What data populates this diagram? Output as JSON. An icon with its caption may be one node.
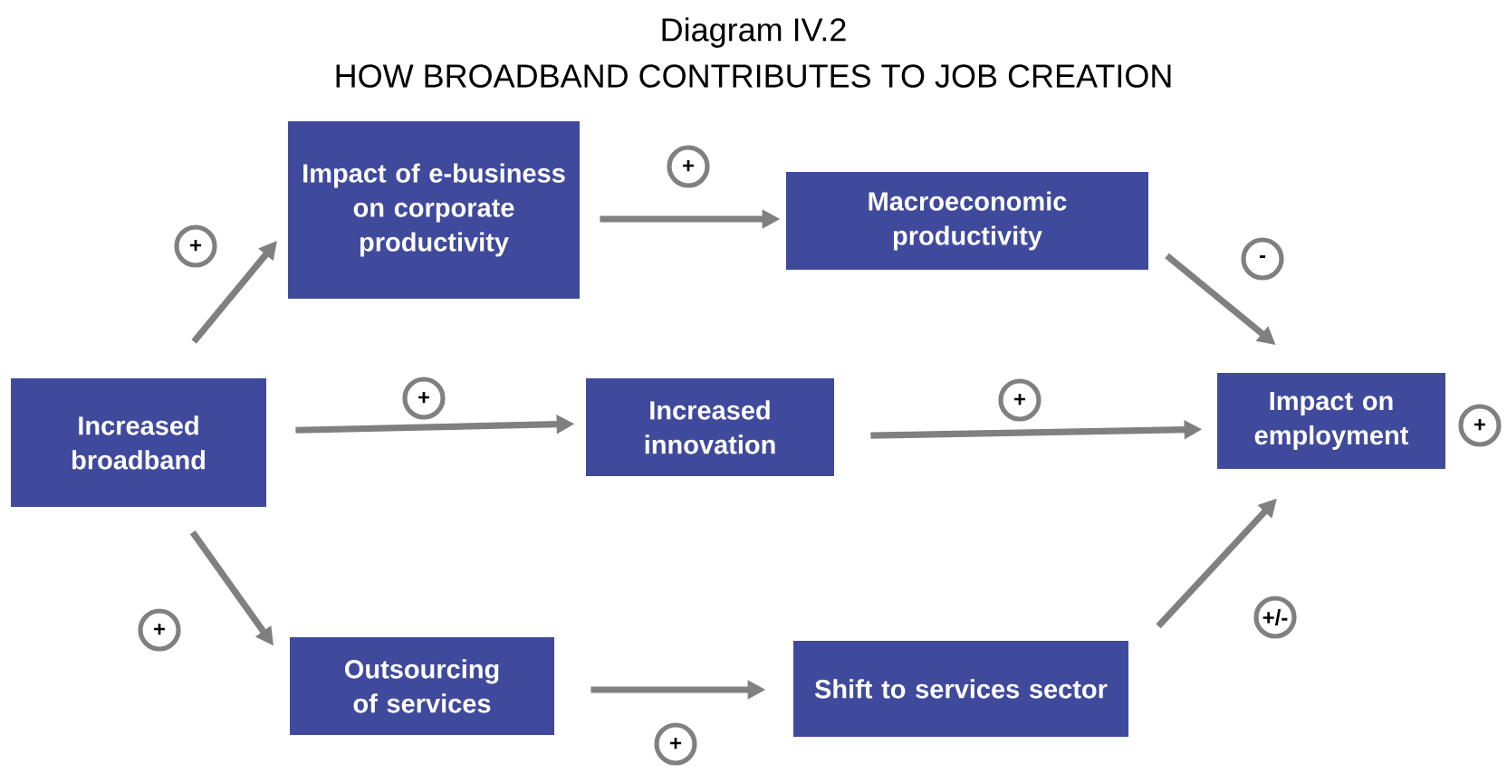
{
  "diagram": {
    "title": "HOW BROADBAND CONTRIBUTES TO JOB CREATION",
    "nodes": [
      {
        "text": [
          "Increased broadband"
        ]
      },
      {
        "text": [
          "Impact of e-business on corporate productivity"
        ]
      },
      {
        "text": [
          "Macroeconomic productivity"
        ]
      },
      {
        "text": [
          "Increased innovation"
        ]
      },
      {
        "text": [
          "Impact on employment"
        ],
        "beside": [
          "+"
        ]
      },
      {
        "text": [
          "Outsourcing of services"
        ]
      },
      {
        "text": [
          "Shift to services sector"
        ]
      }
    ],
    "edges": [
      {
        "from": 0,
        "to": 1,
        "arrow": "to",
        "label": "+"
      },
      {
        "from": 1,
        "to": 2,
        "arrow": "to",
        "label": "+"
      },
      {
        "from": 2,
        "to": 4,
        "arrow": "to",
        "label": "-"
      },
      {
        "from": 0,
        "to": 3,
        "arrow": "to",
        "label": "+"
      },
      {
        "from": 3,
        "to": 4,
        "arrow": "to",
        "label": "+"
      },
      {
        "from": 0,
        "to": 5,
        "arrow": "to",
        "label": "+"
      },
      {
        "from": 5,
        "to": 6,
        "arrow": "to",
        "label": "+"
      },
      {
        "from": 6,
        "to": 4,
        "arrow": "to",
        "label": "+/-"
      }
    ],
    "labels": [
      "Diagram IV.2"
    ]
  }
}
